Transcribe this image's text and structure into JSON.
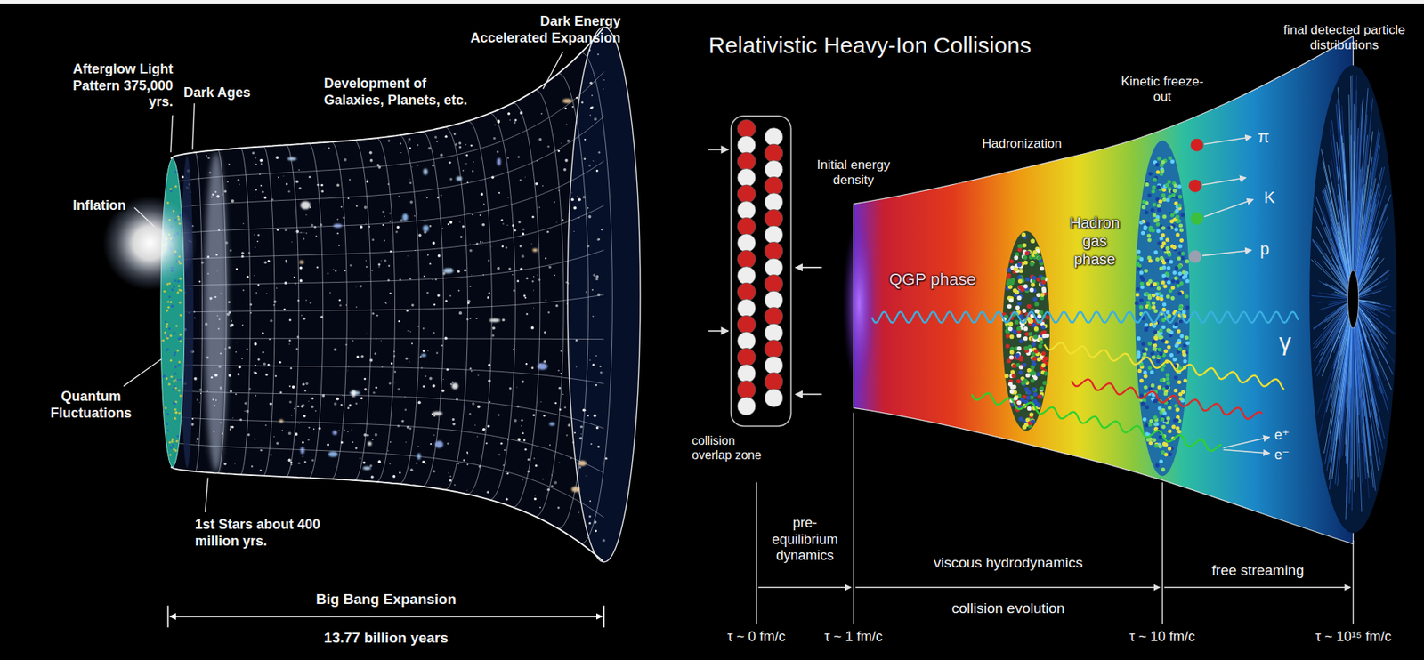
{
  "diagram": {
    "labels": [
      "Afterglow Light Pattern 375,000 yrs.",
      "Dark Ages",
      "Development of Galaxies, Planets, etc.",
      "Dark Energy Accelerated Expansion",
      "Inflation",
      "Quantum Fluctuations",
      "1st Stars about 400 million yrs.",
      "Big Bang Expansion",
      "13.77 billion years",
      "Relativistic Heavy-Ion Collisions",
      "final detected particle distributions",
      "Kinetic freeze-out",
      "Hadronization",
      "Initial energy density",
      "QGP phase",
      "Hadron gas phase",
      "π",
      "K",
      "p",
      "γ",
      "e⁺",
      "e⁻",
      "collision overlap zone",
      "pre-equilibrium dynamics",
      "viscous hydrodynamics",
      "collision evolution",
      "free streaming",
      "τ ~ 0 fm/c",
      "τ ~ 1 fm/c",
      "τ ~ 10 fm/c",
      "τ ~ 10¹⁵ fm/c"
    ]
  }
}
